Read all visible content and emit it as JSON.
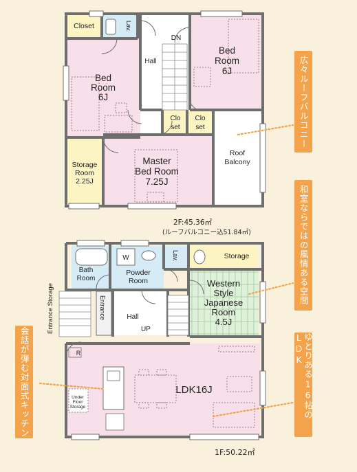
{
  "floor2": {
    "closet": "Closet",
    "lav": "Lav.",
    "dn": "DN",
    "hall": "Hall",
    "bedroom_left": [
      "Bed",
      "Room",
      "6J"
    ],
    "bedroom_right": [
      "Bed",
      "Room",
      "6J"
    ],
    "closet_small_1": [
      "Clo",
      "set"
    ],
    "closet_small_2": [
      "Clo",
      "set"
    ],
    "storage_room": [
      "Storage",
      "Room",
      "2.25J"
    ],
    "master": [
      "Master",
      "Bed Room",
      "7.25J"
    ],
    "roof_balcony": [
      "Roof",
      "Balcony"
    ],
    "area": "2F:45.36㎡",
    "area_sub": "(ルーフバルコニー込51.84㎡)"
  },
  "floor1": {
    "bath": [
      "Bath",
      "Room"
    ],
    "w": "W",
    "powder": [
      "Powder",
      "Room"
    ],
    "lav": "Lav.",
    "storage": "Storage",
    "entrance_storage": "Entrance Storage",
    "hall": "Hall",
    "up": "UP",
    "entrance": "Entrance",
    "western": [
      "Western",
      "Style",
      "Japanese",
      "Room",
      "4.5J"
    ],
    "r": "R",
    "under_floor": [
      "Under",
      "Floor",
      "Storage"
    ],
    "ldk": "LDK16J",
    "area": "1F:50.22㎡"
  },
  "callouts": {
    "roof": "広々ルーフバルコニー",
    "japanese": "和室ならではの風情ある空間",
    "ldk": "ゆとりある16帖のLDK",
    "kitchen": "会話が弾む対面式キッチン"
  },
  "colors": {
    "background": "#faf1dc",
    "bedroom": "#f8e0ea",
    "wet_area": "#d5ecf7",
    "storage": "#fcf4c3",
    "japanese_room": "#dff1da",
    "wall": "#6e6e6e",
    "callout": "#f3a34b"
  }
}
